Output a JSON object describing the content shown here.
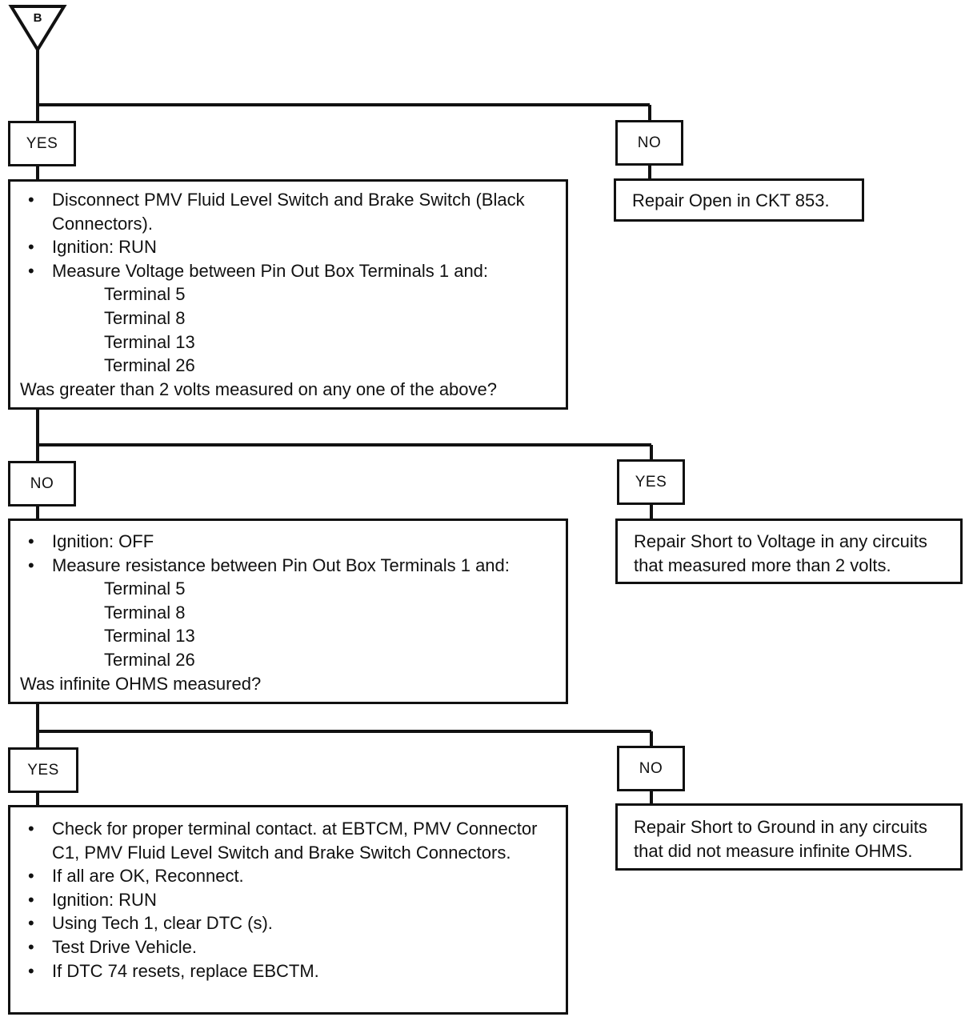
{
  "connector": {
    "letter": "B"
  },
  "labels": {
    "yes": "YES",
    "no": "NO"
  },
  "step1": {
    "bullets": [
      "Disconnect PMV Fluid Level Switch and Brake Switch (Black Connectors).",
      "Ignition:  RUN",
      "Measure Voltage between Pin Out Box Terminals 1 and:"
    ],
    "terminals": [
      "Terminal 5",
      "Terminal 8",
      "Terminal 13",
      "Terminal 26"
    ],
    "question": "Was greater than 2 volts measured on any one of the above?"
  },
  "result1": {
    "text": "Repair Open in CKT 853."
  },
  "step2": {
    "bullets": [
      "Ignition:  OFF",
      "Measure resistance between Pin Out Box Terminals 1 and:"
    ],
    "terminals": [
      "Terminal 5",
      "Terminal 8",
      "Terminal 13",
      "Terminal 26"
    ],
    "question": "Was infinite OHMS measured?"
  },
  "result2": {
    "text": "Repair Short to Voltage in any circuits that measured more than 2 volts."
  },
  "step3": {
    "bullets": [
      "Check for proper terminal contact. at EBTCM, PMV Connector C1, PMV Fluid Level Switch and Brake Switch Connectors.",
      "If all are OK, Reconnect.",
      "Ignition:  RUN",
      "Using Tech 1, clear DTC (s).",
      "Test Drive Vehicle.",
      "If DTC 74 resets, replace EBCTM."
    ]
  },
  "result3": {
    "text": "Repair Short to Ground in any circuits that did not measure infinite OHMS."
  }
}
